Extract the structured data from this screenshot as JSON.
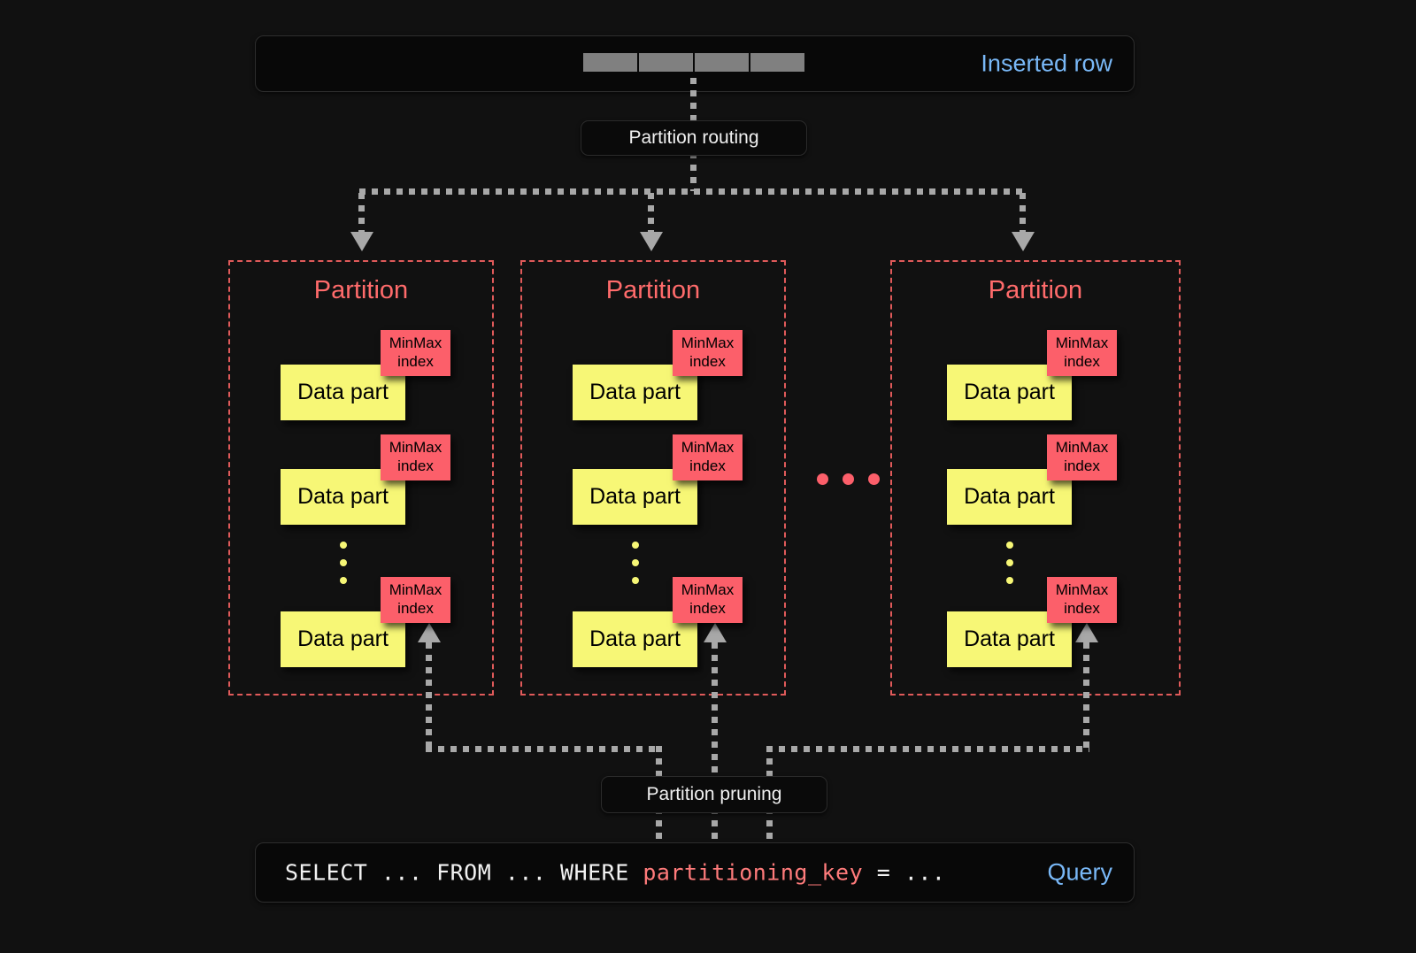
{
  "diagram": {
    "background_color": "#111111",
    "accent_blue": "#79b8f7",
    "accent_red": "#ff6b6b",
    "datapart_yellow": "#f7f776",
    "minmax_red": "#fc5f6a",
    "connector_gray": "#a8a8a8"
  },
  "inserted_row": {
    "label": "Inserted row",
    "cell_count": 4
  },
  "routing": {
    "label": "Partition routing"
  },
  "pruning": {
    "label": "Partition pruning"
  },
  "query": {
    "label": "Query",
    "sql_prefix": "SELECT ... FROM ... WHERE ",
    "sql_key": "partitioning_key",
    "sql_suffix": " = ..."
  },
  "ellipsis": {
    "horizontal_dot_count": 3,
    "vertical_dot_count": 3
  },
  "partitions": [
    {
      "title": "Partition",
      "parts": [
        {
          "label": "Data part",
          "index_label_line1": "MinMax",
          "index_label_line2": "index"
        },
        {
          "label": "Data part",
          "index_label_line1": "MinMax",
          "index_label_line2": "index"
        },
        {
          "label": "Data part",
          "index_label_line1": "MinMax",
          "index_label_line2": "index"
        }
      ]
    },
    {
      "title": "Partition",
      "parts": [
        {
          "label": "Data part",
          "index_label_line1": "MinMax",
          "index_label_line2": "index"
        },
        {
          "label": "Data part",
          "index_label_line1": "MinMax",
          "index_label_line2": "index"
        },
        {
          "label": "Data part",
          "index_label_line1": "MinMax",
          "index_label_line2": "index"
        }
      ]
    },
    {
      "title": "Partition",
      "parts": [
        {
          "label": "Data part",
          "index_label_line1": "MinMax",
          "index_label_line2": "index"
        },
        {
          "label": "Data part",
          "index_label_line1": "MinMax",
          "index_label_line2": "index"
        },
        {
          "label": "Data part",
          "index_label_line1": "MinMax",
          "index_label_line2": "index"
        }
      ]
    }
  ]
}
